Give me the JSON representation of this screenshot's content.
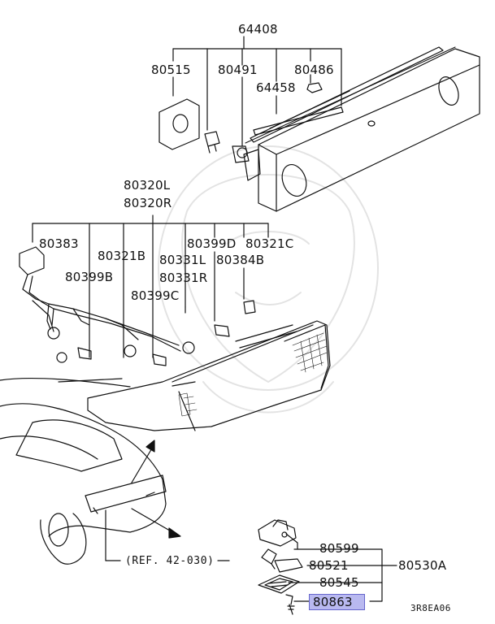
{
  "diagram": {
    "callouts": {
      "p64408": "64408",
      "p80515": "80515",
      "p80491": "80491",
      "p80486": "80486",
      "p64458": "64458",
      "p80320L": "80320L",
      "p80320R": "80320R",
      "p80383": "80383",
      "p80321B": "80321B",
      "p80399D": "80399D",
      "p80321C": "80321C",
      "p80399B": "80399B",
      "p80331L": "80331L",
      "p80384B": "80384B",
      "p80331R": "80331R",
      "p80399C": "80399C",
      "p80599": "80599",
      "p80521": "80521",
      "p80530A": "80530A",
      "p80545": "80545",
      "p80863": "80863"
    },
    "reference": "(REF. 42-030)",
    "diagram_code": "3R8EA06",
    "highlighted_part": "80863",
    "colors": {
      "line": "#111111",
      "highlight": "#b9b9f0",
      "watermark": "#e6e6e6"
    }
  }
}
